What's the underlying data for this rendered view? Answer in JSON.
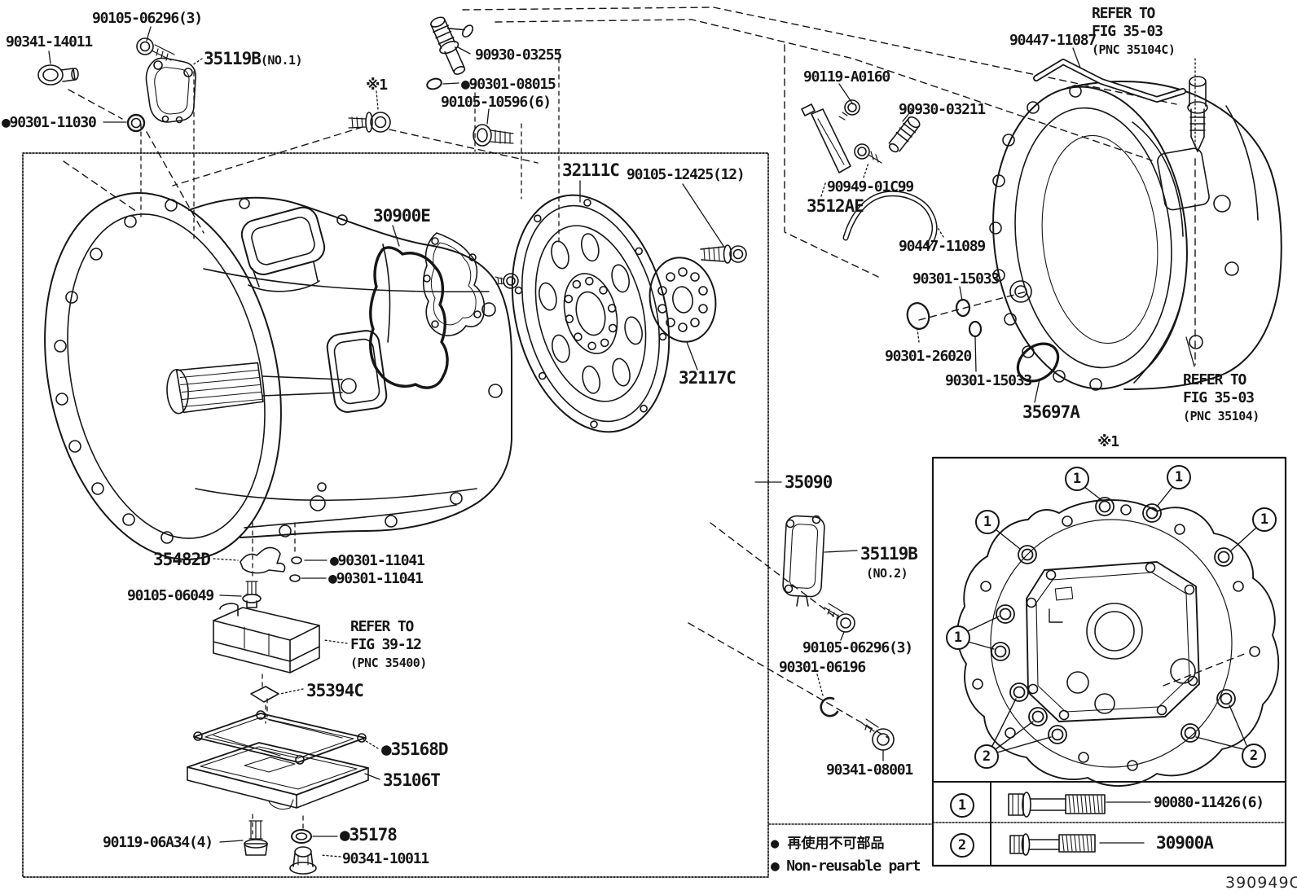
{
  "colors": {
    "ink": "#161616",
    "paper": "#ffffff"
  },
  "figure": {
    "code": "390949C",
    "footnote_marker": "※1"
  },
  "legend": {
    "ja": "● 再使用不可部品",
    "en": "● Non-reusable part"
  },
  "callouts": {
    "one": "1",
    "two": "2"
  },
  "bolt_table": {
    "rows": [
      {
        "callout": "1",
        "part": "90080-11426(6)"
      },
      {
        "callout": "2",
        "part": "30900A"
      }
    ]
  },
  "labels": {
    "bolt_90105_06296_no1": "90105-06296(3)",
    "plug_90341_14011": "90341-14011",
    "gasket_35119b_no1": "35119B",
    "gasket_35119b_no1_sub": "(NO.1)",
    "oring_90301_11030": "●90301-11030",
    "breather_90930_03255": "90930-03255",
    "oring_90301_08015": "●90301-08015",
    "bolt_90105_10596": "90105-10596(6)",
    "driveplate_32111c": "32111C",
    "bolt_90105_12425": "90105-12425(12)",
    "gasket_30900e": "30900E",
    "spacer_32117c": "32117C",
    "bolt_90119_a0160": "90119-A0160",
    "hose_90447_11087": "90447-11087",
    "union_90930_03211": "90930-03211",
    "bolt_90949_01c99": "90949-01C99",
    "bracket_3512ae": "3512AE",
    "hose_90447_11089": "90447-11089",
    "oring_90301_15033_a": "90301-15033",
    "oring_90301_26020": "90301-26020",
    "oring_90301_15033_b": "90301-15033",
    "seal_35697a": "35697A",
    "assy_35090": "35090",
    "gasket_35119b_no2": "35119B",
    "gasket_35119b_no2_sub": "(NO.2)",
    "bolt_90105_06296_no2": "90105-06296(3)",
    "ring_90301_06196": "90301-06196",
    "plug_90341_08001": "90341-08001",
    "bracket_35482d": "35482D",
    "oring_90301_11041_a": "●90301-11041",
    "oring_90301_11041_b": "●90301-11041",
    "bolt_90105_06049": "90105-06049",
    "sheet_35394c": "35394C",
    "strainer_35168d": "●35168D",
    "pan_35106t": "35106T",
    "bolt_90119_06a34": "90119-06A34(4)",
    "washer_35178": "●35178",
    "plug_90341_10011": "90341-10011"
  },
  "refs": {
    "fig3503_c": {
      "l1": "REFER TO",
      "l2": "FIG 35-03",
      "l3": "(PNC 35104C)"
    },
    "fig3503": {
      "l1": "REFER TO",
      "l2": "FIG 35-03",
      "l3": "(PNC 35104)"
    },
    "fig3912": {
      "l1": "REFER TO",
      "l2": "FIG 39-12",
      "l3": "(PNC 35400)"
    }
  }
}
